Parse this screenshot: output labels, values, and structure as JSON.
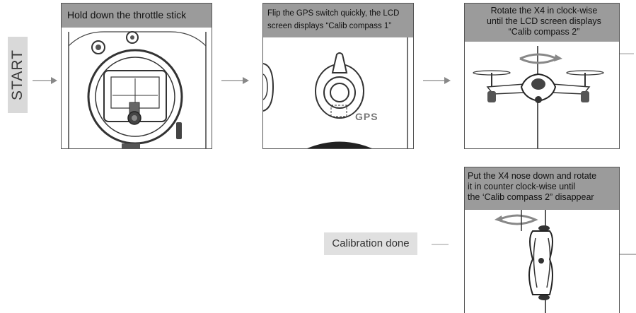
{
  "start_label": "START",
  "steps": [
    {
      "caption": "Hold down the throttle stick"
    },
    {
      "caption": "Flip the GPS switch quickly, the LCD\nscreen displays  “Calib compass 1”",
      "switch_label": "GPS"
    },
    {
      "caption": "Rotate the X4 in clock-wise\nuntil the  LCD screen displays\n“Calib compass 2”"
    },
    {
      "caption": "Put the X4 nose down and rotate\nit in counter clock-wise until\nthe ‘Calib compass 2” disappear"
    }
  ],
  "end_label": "Calibration done",
  "colors": {
    "caption_bg": "#9b9b9b",
    "label_bg": "#d9d9d9",
    "stroke": "#555555",
    "rotation_arrow": "#9a9a9a"
  }
}
